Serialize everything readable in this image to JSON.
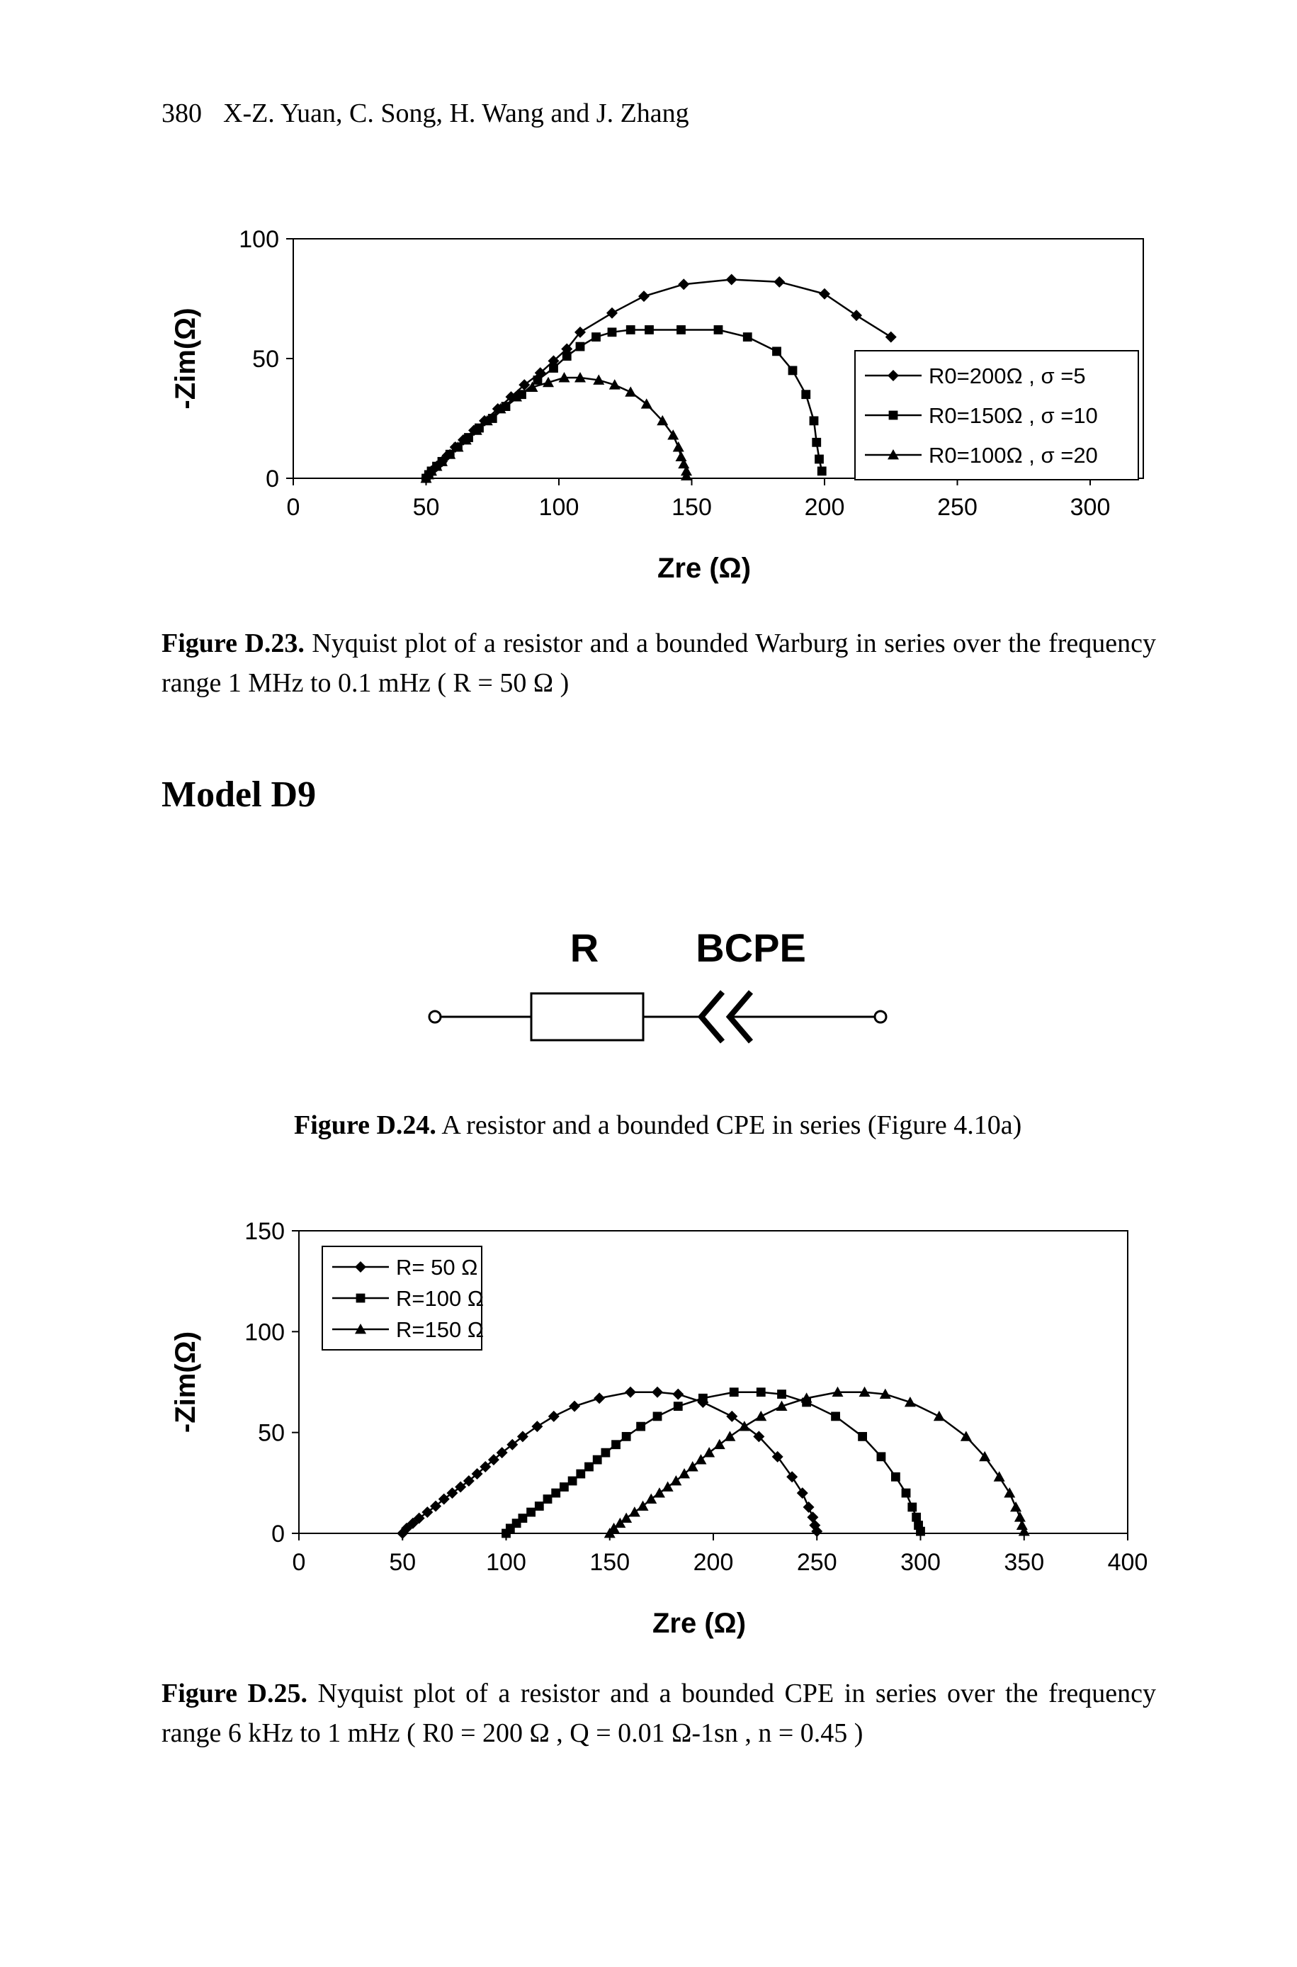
{
  "header": {
    "page_number": "380",
    "authors": "X-Z. Yuan, C. Song, H. Wang and J. Zhang"
  },
  "figure_d23": {
    "caption_label": "Figure D.23.",
    "caption_text": "Nyquist plot of a resistor and a bounded Warburg in series over the frequency range 1 MHz to 0.1 mHz ( R = 50 Ω )"
  },
  "section_title": "Model D9",
  "figure_d24": {
    "label_r": "R",
    "label_bcpe": "BCPE",
    "caption_label": "Figure D.24.",
    "caption_text": "A resistor and a bounded CPE in series (Figure 4.10a)"
  },
  "figure_d25": {
    "caption_label": "Figure D.25.",
    "caption_text": "Nyquist plot of a resistor and a bounded CPE in series over the frequency range 6 kHz to 1 mHz ( R0 = 200 Ω , Q = 0.01 Ω-1sn , n = 0.45 )"
  },
  "chart_data": [
    {
      "type": "scatter",
      "ylabel": "-Zim(Ω)",
      "xlabel": "Zre (Ω)",
      "xlim": [
        0,
        320
      ],
      "ylim": [
        0,
        100
      ],
      "xticks": [
        0,
        50,
        100,
        150,
        200,
        250,
        300
      ],
      "yticks": [
        0,
        50,
        100
      ],
      "legend_position": "right",
      "series": [
        {
          "name": "R0=200Ω , σ =5",
          "marker": "diamond",
          "x": [
            50,
            51,
            52,
            54,
            56,
            58,
            61,
            64,
            68,
            72,
            77,
            82,
            87,
            93,
            98,
            103,
            108,
            120,
            132,
            147,
            165,
            183,
            200,
            212,
            225
          ],
          "y": [
            0,
            1.5,
            3,
            5,
            7,
            9.5,
            13,
            16,
            20,
            24,
            29,
            34,
            39,
            44,
            49,
            54,
            61,
            69,
            76,
            81,
            83,
            82,
            77,
            68,
            59
          ]
        },
        {
          "name": "R0=150Ω , σ =10",
          "marker": "square",
          "x": [
            50,
            51,
            52,
            54,
            56,
            59,
            62,
            66,
            70,
            75,
            80,
            86,
            92,
            98,
            103,
            108,
            114,
            120,
            127,
            134,
            146,
            160,
            171,
            182,
            188,
            193,
            196,
            197,
            198,
            199
          ],
          "y": [
            0,
            1.5,
            3,
            5,
            7,
            10,
            13,
            17,
            21,
            25,
            30,
            35,
            41,
            46,
            51,
            55,
            59,
            61,
            62,
            62,
            62,
            62,
            59,
            53,
            45,
            35,
            24,
            15,
            8,
            3
          ]
        },
        {
          "name": "R0=100Ω , σ =20",
          "marker": "triangle",
          "x": [
            50,
            51,
            52,
            54,
            56,
            59,
            62,
            65,
            69,
            73,
            78,
            84,
            90,
            96,
            102,
            108,
            115,
            121,
            127,
            133,
            139,
            143,
            145,
            146,
            147,
            148,
            148
          ],
          "y": [
            0,
            1.5,
            3,
            5,
            7,
            10,
            13,
            16,
            20,
            24,
            29,
            34,
            38,
            40,
            42,
            42,
            41,
            39,
            36,
            31,
            24,
            18,
            13,
            9,
            6,
            3,
            1
          ]
        }
      ]
    },
    {
      "type": "scatter",
      "ylabel": "-Zim(Ω)",
      "xlabel": "Zre (Ω)",
      "xlim": [
        0,
        400
      ],
      "ylim": [
        0,
        150
      ],
      "xticks": [
        0,
        50,
        100,
        150,
        200,
        250,
        300,
        350,
        400
      ],
      "yticks": [
        0,
        50,
        100,
        150
      ],
      "legend_position": "top-left",
      "series": [
        {
          "name": "R= 50 Ω",
          "marker": "diamond",
          "x": [
            50,
            52,
            55,
            58,
            62,
            66,
            70,
            74,
            78,
            82,
            86,
            90,
            94,
            98,
            103,
            108,
            115,
            123,
            133,
            145,
            160,
            173,
            183,
            195,
            209,
            222,
            231,
            238,
            243,
            246,
            248,
            249,
            250
          ],
          "y": [
            0,
            2.5,
            5,
            7.5,
            10.5,
            13.5,
            17,
            20,
            23,
            26,
            29.5,
            33,
            36.5,
            40,
            44,
            48,
            53,
            58,
            63,
            67,
            70,
            70,
            69,
            65,
            58,
            48,
            38,
            28,
            20,
            13,
            8,
            4,
            1
          ]
        },
        {
          "name": "R=100 Ω",
          "marker": "square",
          "x": [
            100,
            102,
            105,
            108,
            112,
            116,
            120,
            124,
            128,
            132,
            136,
            140,
            144,
            148,
            153,
            158,
            165,
            173,
            183,
            195,
            210,
            223,
            233,
            245,
            259,
            272,
            281,
            288,
            293,
            296,
            298,
            299,
            300
          ],
          "y": [
            0,
            2.5,
            5,
            7.5,
            10.5,
            13.5,
            17,
            20,
            23,
            26,
            29.5,
            33,
            36.5,
            40,
            44,
            48,
            53,
            58,
            63,
            67,
            70,
            70,
            69,
            65,
            58,
            48,
            38,
            28,
            20,
            13,
            8,
            4,
            1
          ]
        },
        {
          "name": "R=150 Ω",
          "marker": "triangle",
          "x": [
            150,
            152,
            155,
            158,
            162,
            166,
            170,
            174,
            178,
            182,
            186,
            190,
            194,
            198,
            203,
            208,
            215,
            223,
            233,
            245,
            260,
            273,
            283,
            295,
            309,
            322,
            331,
            338,
            343,
            346,
            348,
            349,
            350
          ],
          "y": [
            0,
            2.5,
            5,
            7.5,
            10.5,
            13.5,
            17,
            20,
            23,
            26,
            29.5,
            33,
            36.5,
            40,
            44,
            48,
            53,
            58,
            63,
            67,
            70,
            70,
            69,
            65,
            58,
            48,
            38,
            28,
            20,
            13,
            8,
            4,
            1
          ]
        }
      ]
    }
  ]
}
